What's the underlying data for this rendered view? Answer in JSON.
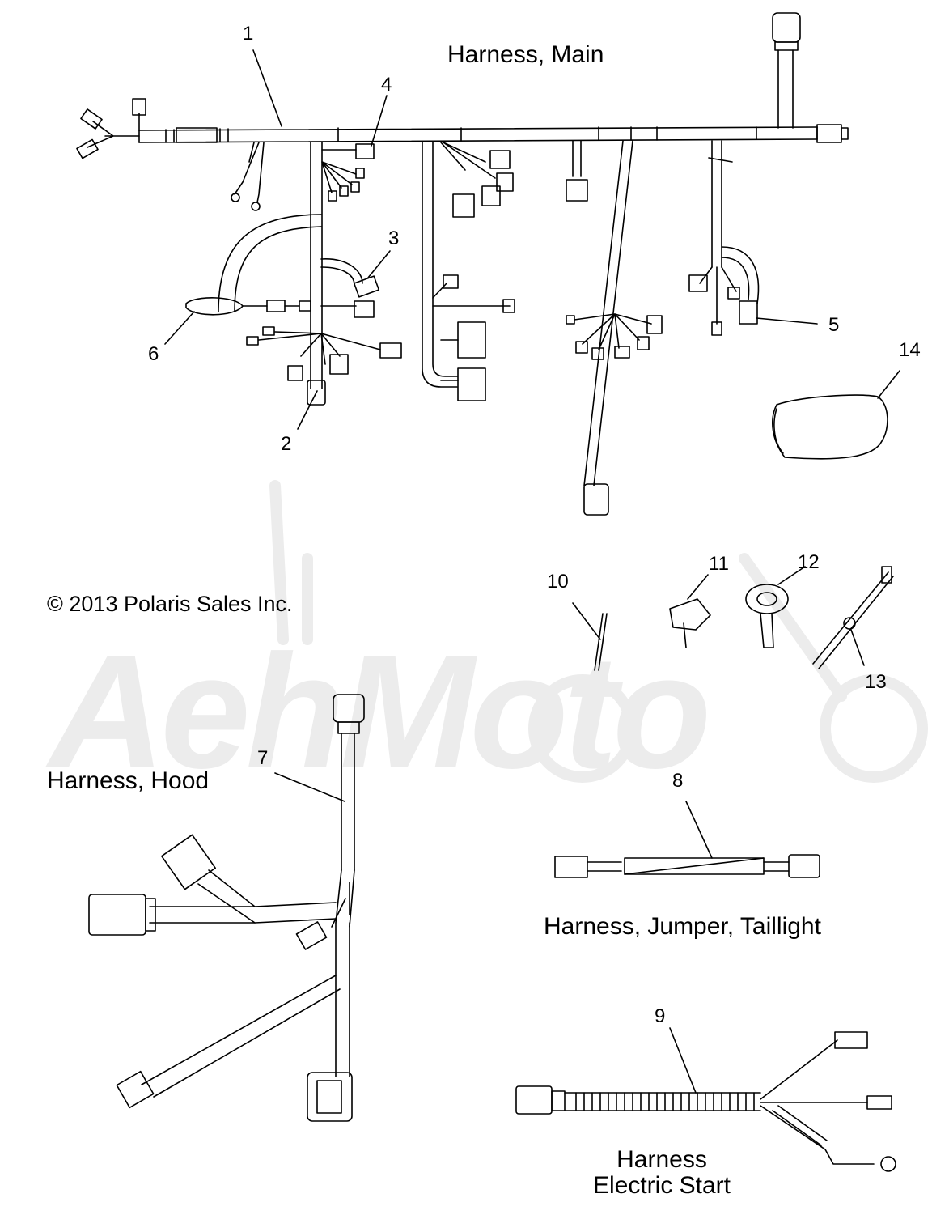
{
  "watermark": {
    "text": "AehMoto"
  },
  "copyright": "© 2013 Polaris Sales Inc.",
  "titles": {
    "main": "Harness, Main",
    "hood": "Harness, Hood",
    "jumper": "Harness, Jumper, Taillight",
    "electric_start_line1": "Harness",
    "electric_start_line2": "Electric Start"
  },
  "callouts": [
    "1",
    "2",
    "3",
    "4",
    "5",
    "6",
    "7",
    "8",
    "9",
    "10",
    "11",
    "12",
    "13",
    "14"
  ],
  "colors": {
    "line": "#000000",
    "watermark": "#ececec",
    "background": "#ffffff"
  }
}
